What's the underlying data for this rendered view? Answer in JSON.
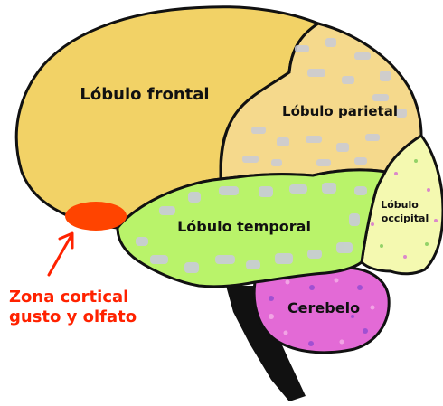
{
  "lobes": {
    "frontal": {
      "label": "Lóbulo frontal",
      "color": "#f2d266"
    },
    "parietal": {
      "label": "Lóbulo parietal",
      "color": "#f5d98c"
    },
    "temporal": {
      "label": "Lóbulo temporal",
      "color": "#b9f36a"
    },
    "occipital": {
      "label_line1": "Lóbulo",
      "label_line2": "occipital",
      "color": "#f4f9b0"
    },
    "cerebellum": {
      "label": "Cerebelo",
      "color": "#e36ad6"
    }
  },
  "annotation": {
    "line1": "Zona cortical",
    "line2": "gusto y olfato",
    "color": "#ff2200",
    "zone_color": "#ff4400"
  },
  "colors": {
    "outline": "#111111",
    "brainstem": "#111111",
    "speckle": "#c9ccd8",
    "label": "#111111"
  }
}
